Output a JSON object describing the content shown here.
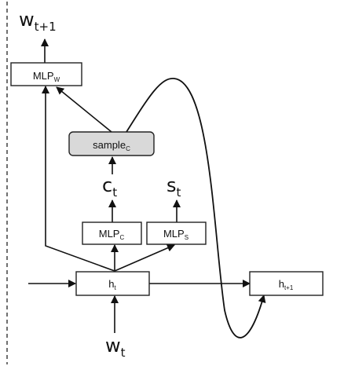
{
  "nodes": {
    "mlp_w": {
      "main": "MLP",
      "sub": "W"
    },
    "sample_c": {
      "main": "sample",
      "sub": "C"
    },
    "mlp_c": {
      "main": "MLP",
      "sub": "C"
    },
    "mlp_s": {
      "main": "MLP",
      "sub": "S"
    },
    "h_t": {
      "main": "h",
      "sub": "t"
    },
    "h_t1": {
      "main": "h",
      "sub": "t+1"
    }
  },
  "variables": {
    "w_next": {
      "main": "w",
      "sub": "t+1"
    },
    "c_t": {
      "main": "c",
      "sub": "t"
    },
    "s_t": {
      "main": "s",
      "sub": "t"
    },
    "w_t": {
      "main": "w",
      "sub": "t"
    }
  }
}
